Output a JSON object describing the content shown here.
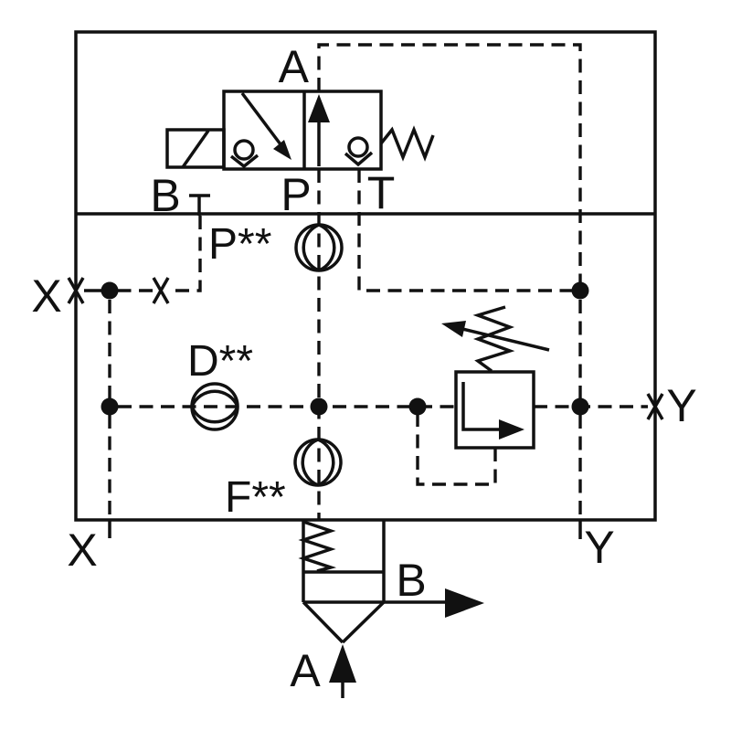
{
  "diagram": {
    "colors": {
      "line": "#111111",
      "background": "#ffffff"
    },
    "pilot_valve": {
      "port_a": "A",
      "port_b": "B",
      "port_p": "P",
      "port_t": "T"
    },
    "orifices": {
      "p": "P**",
      "d": "D**",
      "f": "F**"
    },
    "pilot_ports": {
      "x_left": "X",
      "x_bottom": "X",
      "y_right": "Y",
      "y_bottom": "Y"
    },
    "main_ports": {
      "a": "A",
      "b": "B"
    }
  }
}
